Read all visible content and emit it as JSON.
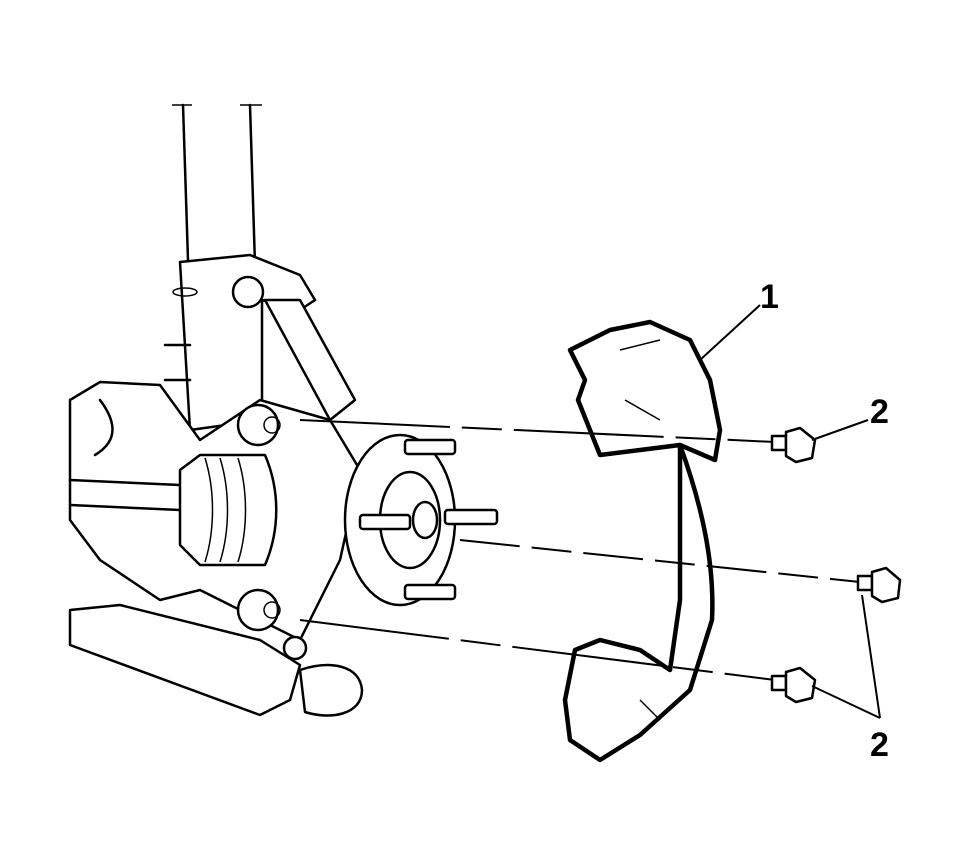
{
  "callouts": [
    {
      "id": "1",
      "text": "1"
    },
    {
      "id": "2a",
      "text": "2"
    },
    {
      "id": "2b",
      "text": "2"
    }
  ]
}
